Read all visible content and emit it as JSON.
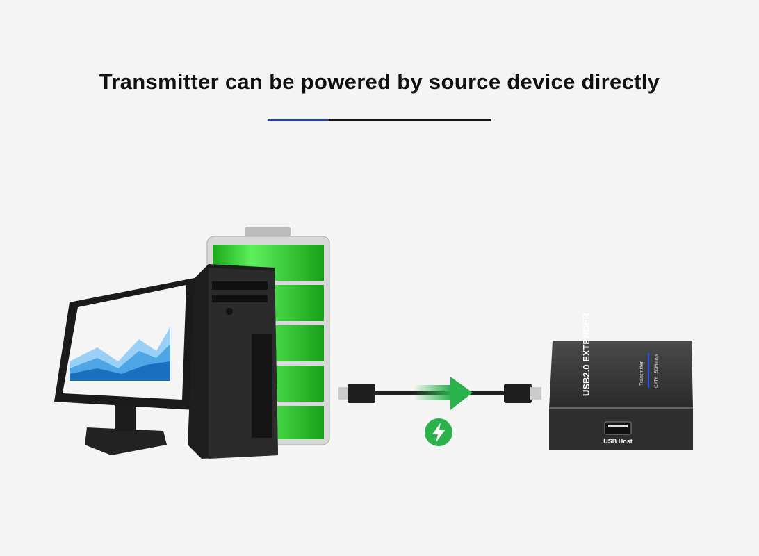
{
  "heading": "Transmitter can be powered by source device directly",
  "device": {
    "model_label": "USB2.0 EXTENDER",
    "role_label": "Transmitter",
    "spec_label": "CAT6 : 50Meters",
    "port_label": "USB Host"
  },
  "battery": {
    "level_percent": 100,
    "color": "#2fcf2f"
  },
  "colors": {
    "accent": "#1f3fb0",
    "power_green": "#2bb24c"
  },
  "icons": [
    "lightning-icon",
    "arrow-right-icon"
  ]
}
